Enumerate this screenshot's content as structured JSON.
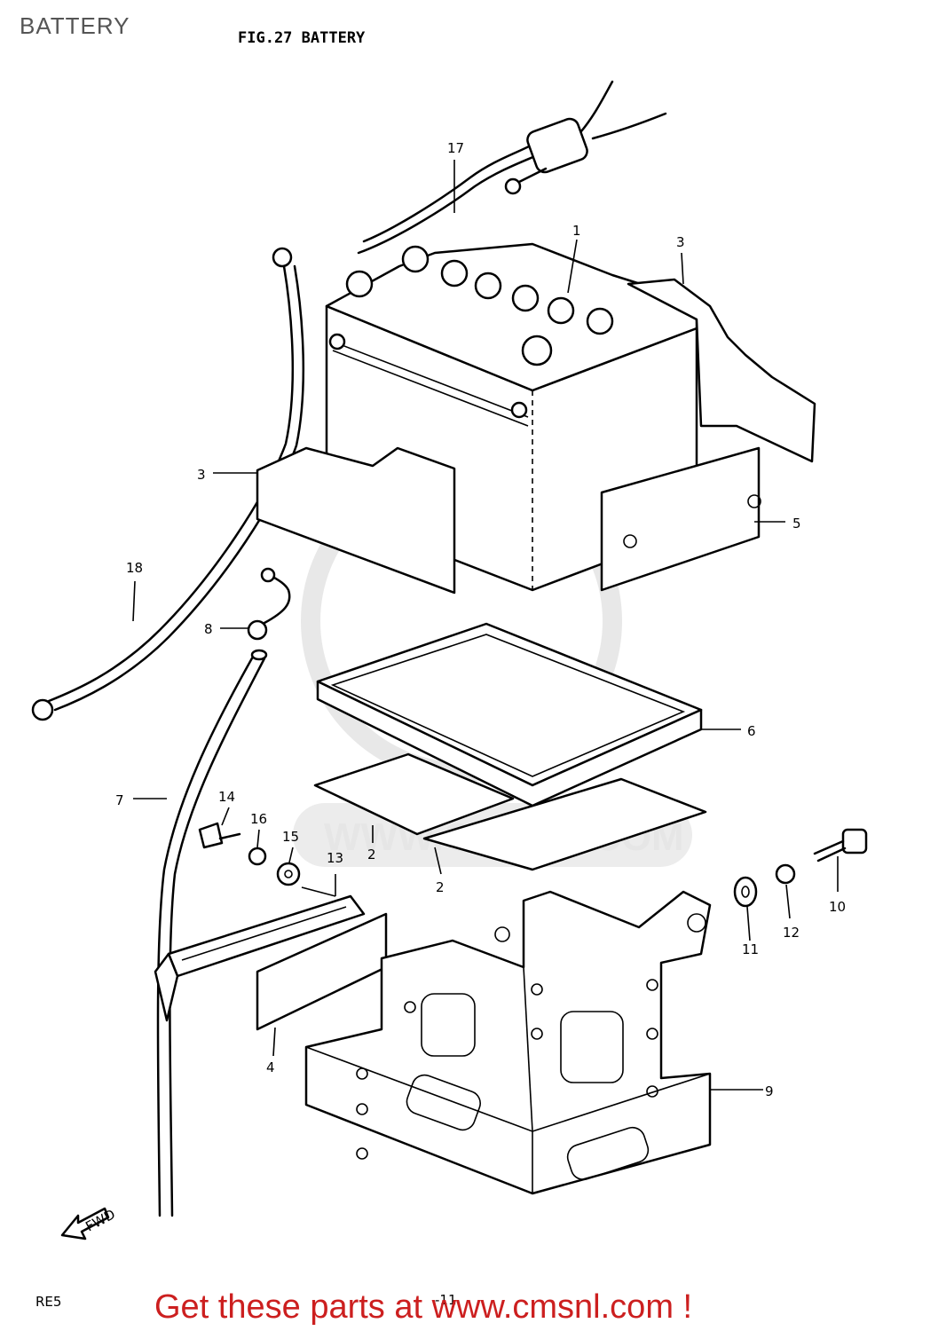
{
  "page": {
    "title": "BATTERY",
    "figure_heading": "FIG.27  BATTERY",
    "page_code": "RE5",
    "page_number": "-11",
    "footer_text": "Get these parts at www.cmsnl.com !",
    "watermark": "WWW.CMSNL.COM",
    "direction_marker": "FWD"
  },
  "callouts": [
    {
      "id": "1",
      "label": "1"
    },
    {
      "id": "2a",
      "label": "2"
    },
    {
      "id": "2b",
      "label": "2"
    },
    {
      "id": "3a",
      "label": "3"
    },
    {
      "id": "3b",
      "label": "3"
    },
    {
      "id": "4",
      "label": "4"
    },
    {
      "id": "5",
      "label": "5"
    },
    {
      "id": "6",
      "label": "6"
    },
    {
      "id": "7",
      "label": "7"
    },
    {
      "id": "8",
      "label": "8"
    },
    {
      "id": "9",
      "label": "9"
    },
    {
      "id": "10",
      "label": "10"
    },
    {
      "id": "11",
      "label": "11"
    },
    {
      "id": "12",
      "label": "12"
    },
    {
      "id": "13",
      "label": "13"
    },
    {
      "id": "14",
      "label": "14"
    },
    {
      "id": "15",
      "label": "15"
    },
    {
      "id": "16",
      "label": "16"
    },
    {
      "id": "17",
      "label": "17"
    },
    {
      "id": "18",
      "label": "18"
    }
  ],
  "colors": {
    "footer": "#cc1f1f",
    "title": "#555555",
    "ink": "#000000",
    "watermark": "#e6e6e6"
  }
}
